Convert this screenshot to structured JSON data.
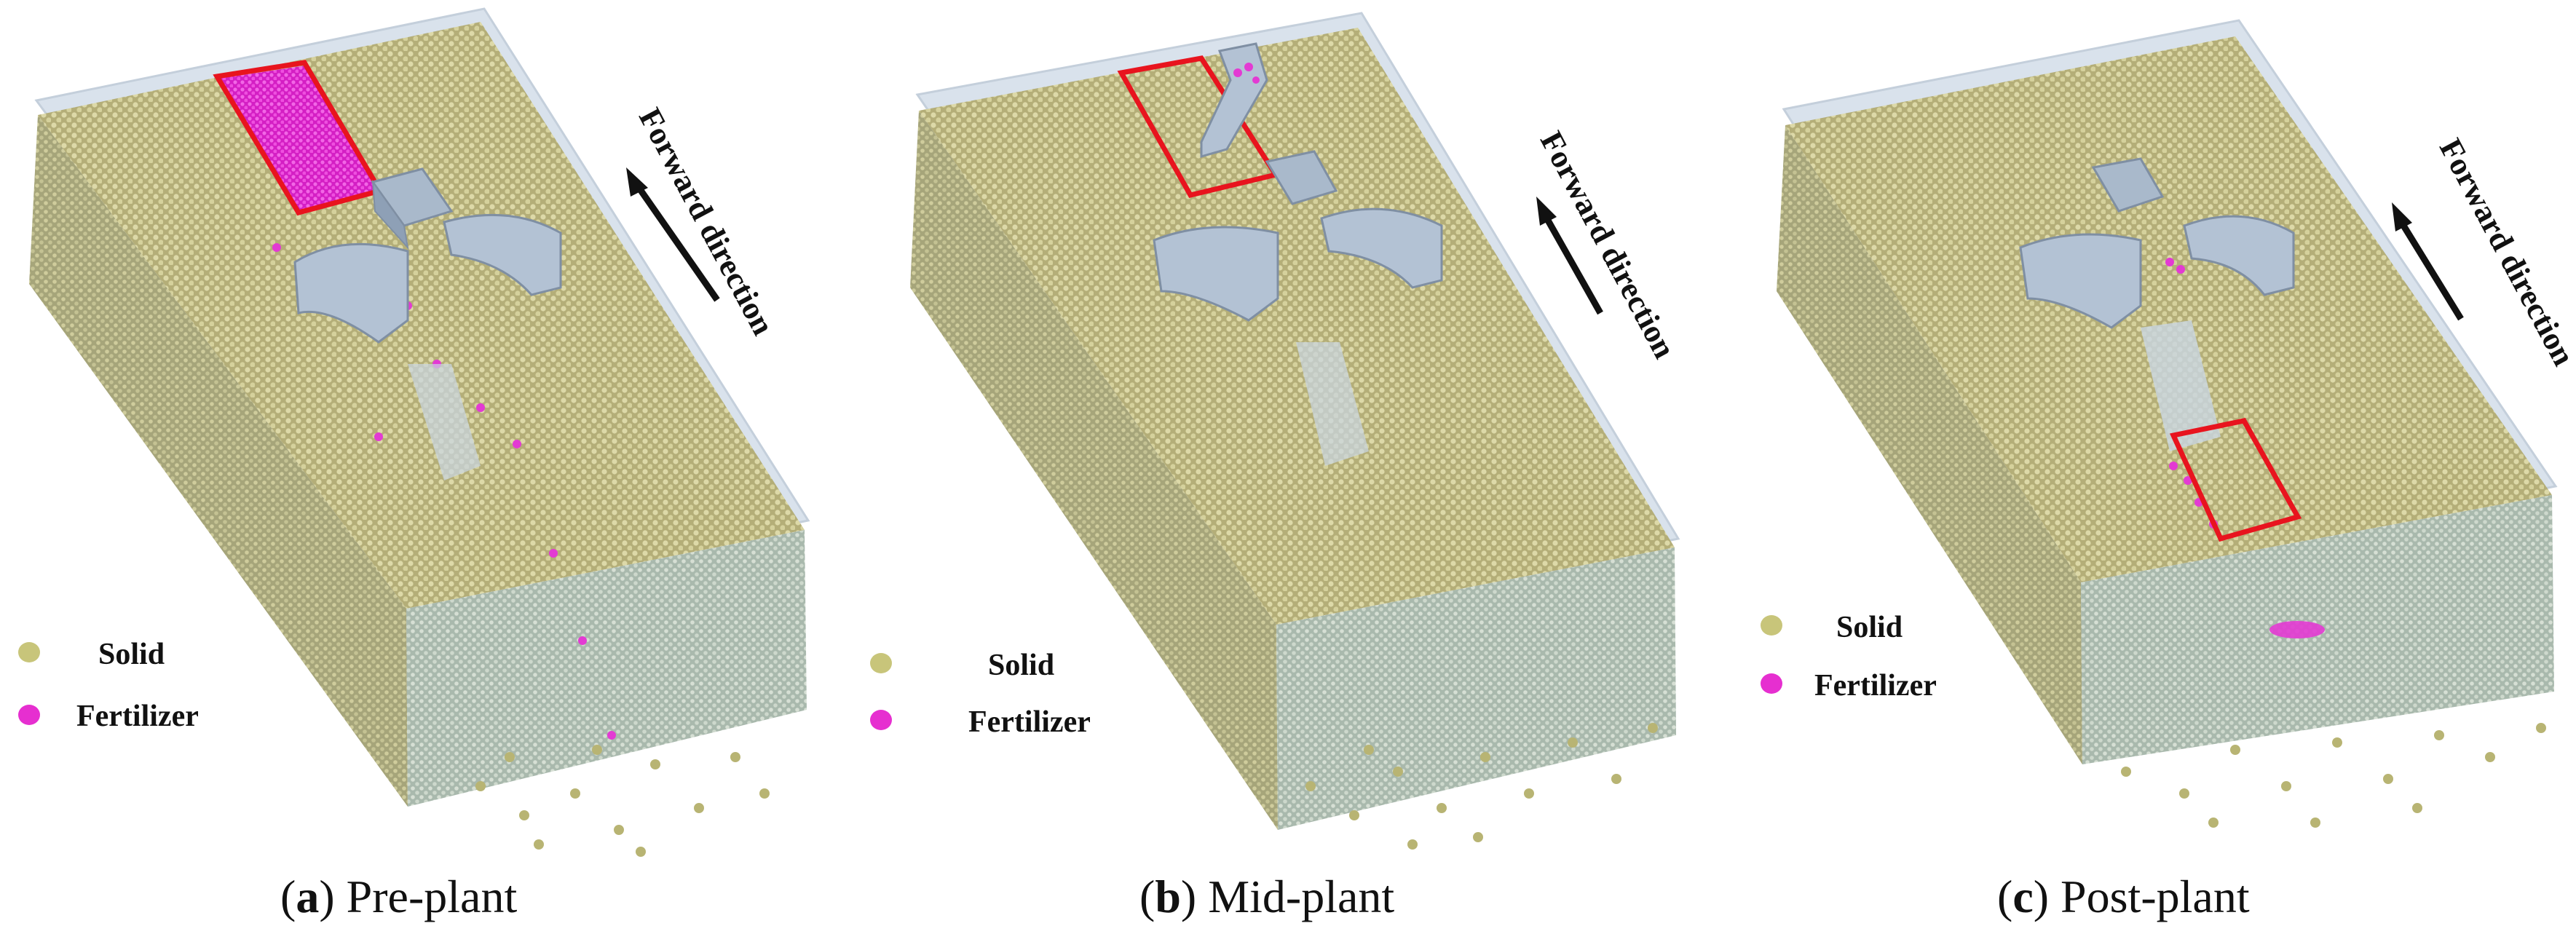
{
  "colors": {
    "solid": "#c8c57a",
    "fertilizer": "#e62fd0",
    "soil_top": "#b9b37a",
    "soil_side": "#c9d4c8",
    "soil_front": "#b3c2b5",
    "highlight_box": "#e8141e",
    "machine": "#a9b9cb"
  },
  "panels": [
    {
      "id": "a",
      "caption_letter": "a",
      "caption_text": "Pre-plant",
      "direction_label": "Forward direction",
      "legend": {
        "solid_label": "Solid",
        "fertilizer_label": "Fertilizer"
      }
    },
    {
      "id": "b",
      "caption_letter": "b",
      "caption_text": "Mid-plant",
      "direction_label": "Forward direction",
      "legend": {
        "solid_label": "Solid",
        "fertilizer_label": "Fertilizer"
      }
    },
    {
      "id": "c",
      "caption_letter": "c",
      "caption_text": "Post-plant",
      "direction_label": "Forward direction",
      "legend": {
        "solid_label": "Solid",
        "fertilizer_label": "Fertilizer"
      }
    }
  ]
}
